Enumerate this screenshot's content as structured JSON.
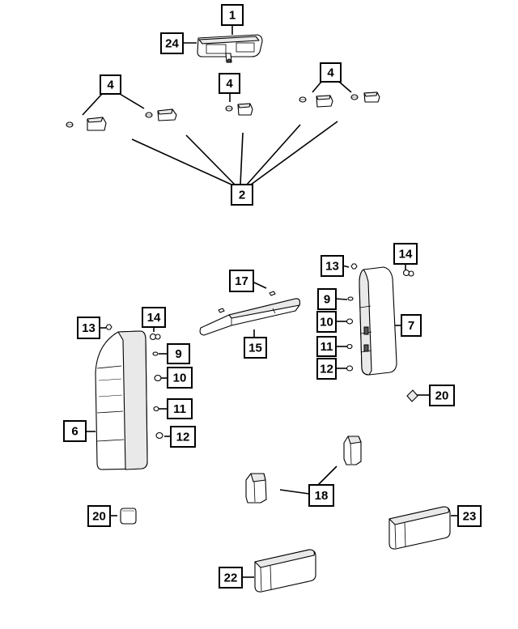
{
  "diagram": {
    "callouts": [
      {
        "id": "c1",
        "label": "1"
      },
      {
        "id": "c24",
        "label": "24"
      },
      {
        "id": "c4a",
        "label": "4"
      },
      {
        "id": "c4b",
        "label": "4"
      },
      {
        "id": "c4c",
        "label": "4"
      },
      {
        "id": "c2",
        "label": "2"
      },
      {
        "id": "c14r",
        "label": "14"
      },
      {
        "id": "c13r",
        "label": "13"
      },
      {
        "id": "c17",
        "label": "17"
      },
      {
        "id": "c9r",
        "label": "9"
      },
      {
        "id": "c10r",
        "label": "10"
      },
      {
        "id": "c7",
        "label": "7"
      },
      {
        "id": "c11r",
        "label": "11"
      },
      {
        "id": "c12r",
        "label": "12"
      },
      {
        "id": "c13l",
        "label": "13"
      },
      {
        "id": "c14l",
        "label": "14"
      },
      {
        "id": "c15",
        "label": "15"
      },
      {
        "id": "c9l",
        "label": "9"
      },
      {
        "id": "c10l",
        "label": "10"
      },
      {
        "id": "c20r",
        "label": "20"
      },
      {
        "id": "c11l",
        "label": "11"
      },
      {
        "id": "c6",
        "label": "6"
      },
      {
        "id": "c12l",
        "label": "12"
      },
      {
        "id": "c18",
        "label": "18"
      },
      {
        "id": "c20l",
        "label": "20"
      },
      {
        "id": "c23",
        "label": "23"
      },
      {
        "id": "c22",
        "label": "22"
      }
    ]
  }
}
